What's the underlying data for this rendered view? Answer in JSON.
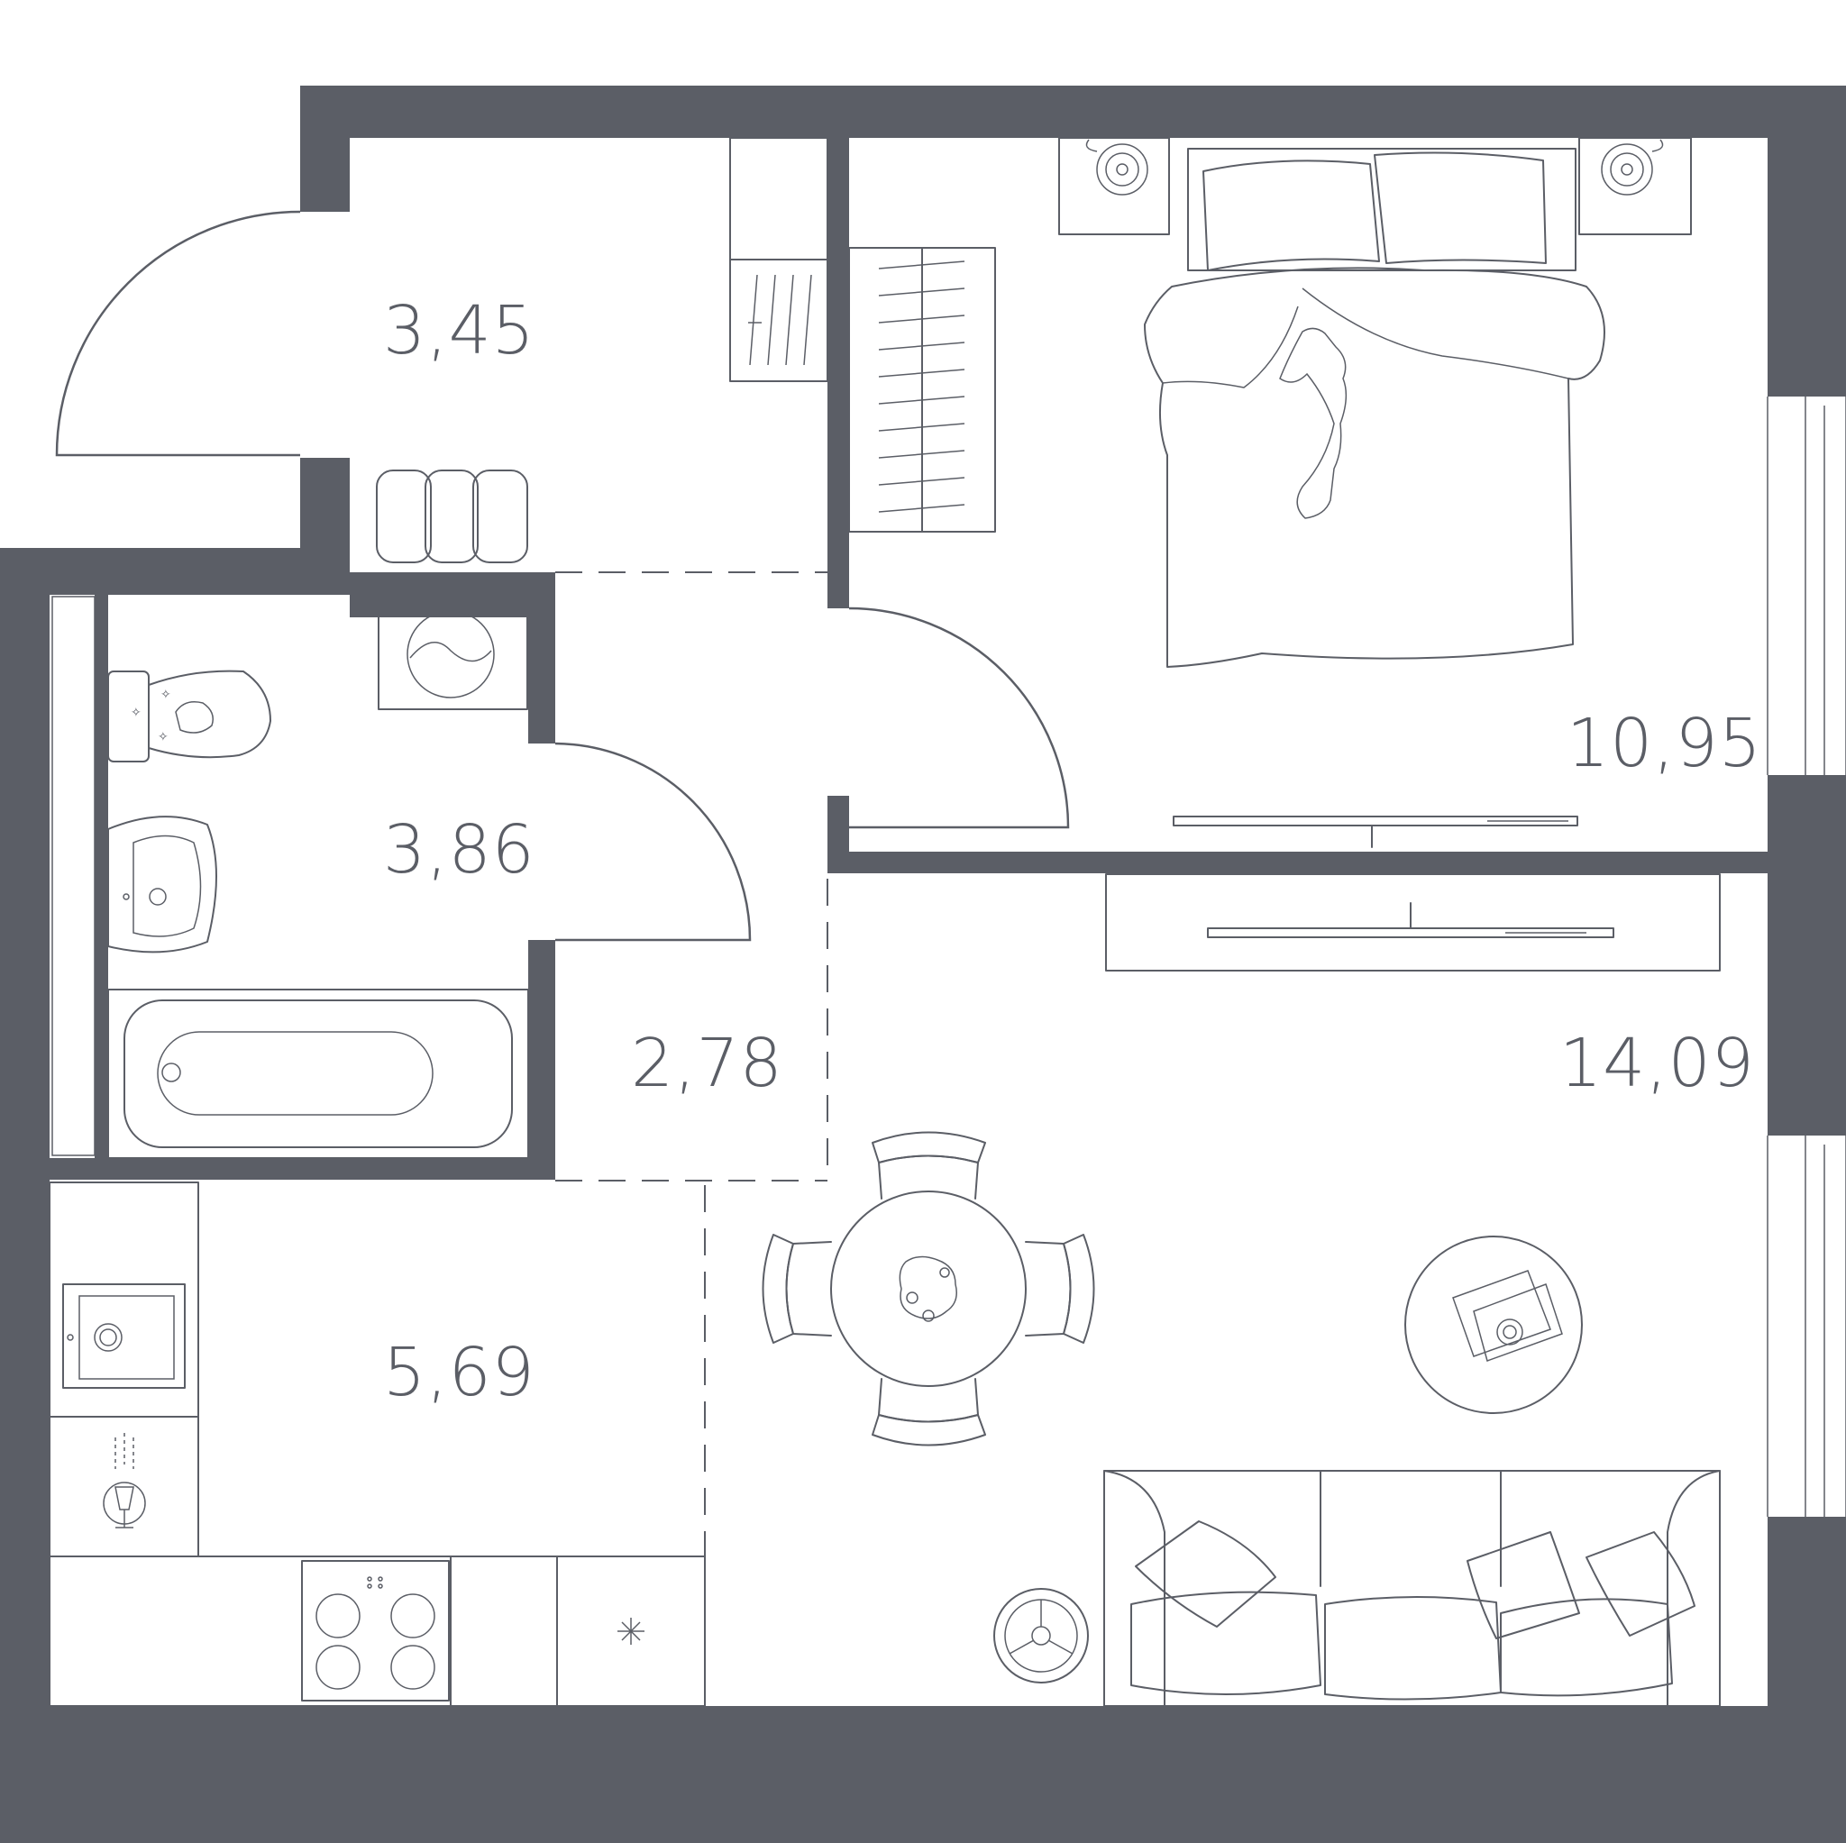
{
  "colors": {
    "wall": "#5b5e66",
    "background": "#ffffff"
  },
  "rooms": {
    "hallway": {
      "area": "3,45"
    },
    "bathroom": {
      "area": "3,86"
    },
    "corridor": {
      "area": "2,78"
    },
    "kitchen": {
      "area": "5,69"
    },
    "bedroom": {
      "area": "10,95"
    },
    "living_room": {
      "area": "14,09"
    }
  }
}
